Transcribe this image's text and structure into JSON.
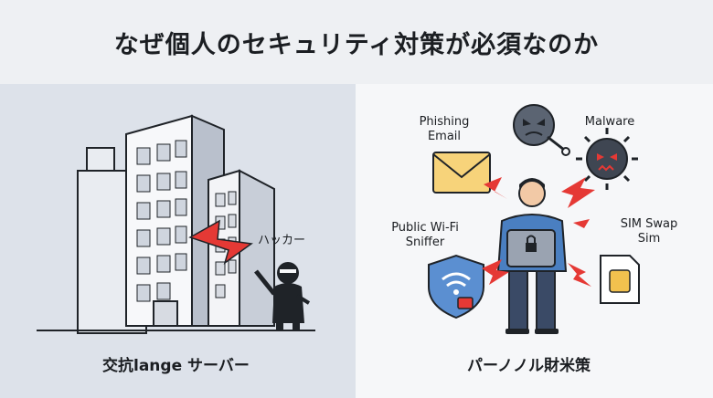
{
  "title": "なぜ個人のセキュリティ対策が必須なのか",
  "left_panel": {
    "hacker_label": "ハッカー",
    "caption": "交抗lange サーバー"
  },
  "right_panel": {
    "phishing_line1": "Phishing",
    "phishing_line2": "Email",
    "malware": "Malware",
    "wifi_line1": "Public Wi-Fi",
    "wifi_line2": "Sniffer",
    "sim_line1": "SIM Swap",
    "sim_line2": "Sim",
    "caption": "パーノノル財米策"
  },
  "colors": {
    "accent_red": "#e53935",
    "shirt_blue": "#4a7fc1",
    "building_gray": "#c3c9d4",
    "envelope_yellow": "#f7d37a"
  }
}
